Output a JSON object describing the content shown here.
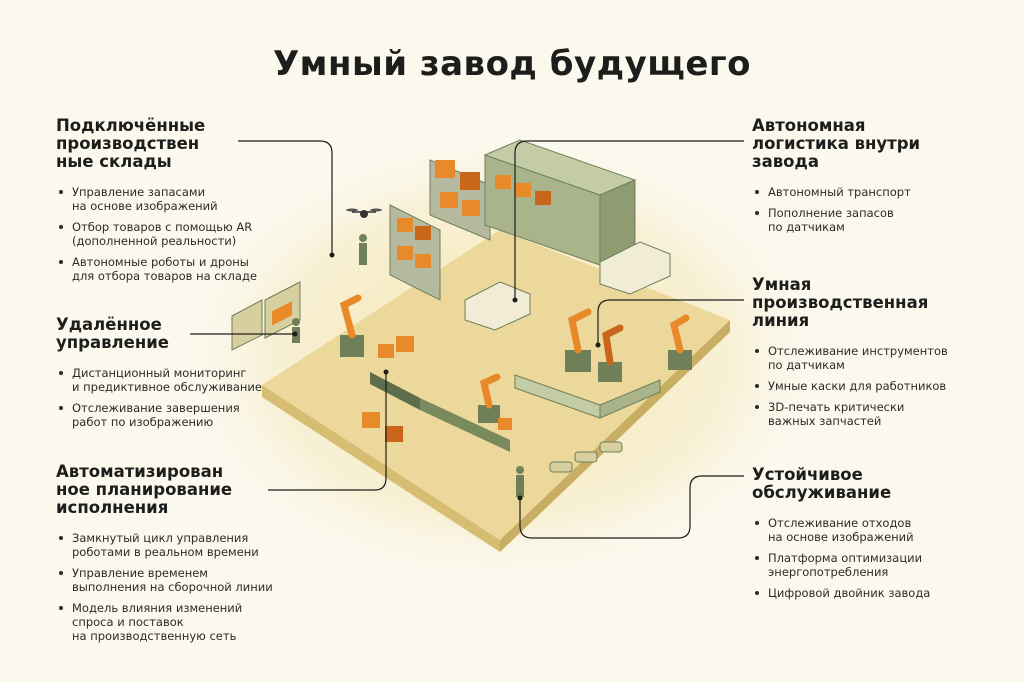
{
  "title": "Умный завод будущего",
  "sections": [
    {
      "heading": "Подключённые\nпроизводствен\nные склады",
      "items": [
        "Управление запасами\nна основе изображений",
        "Отбор товаров с помощью AR\n(дополненной реальности)",
        "Автономные роботы и дроны\nдля отбора товаров на складе"
      ]
    },
    {
      "heading": "Удалённое\nуправление",
      "items": [
        "Дистанционный мониторинг\nи предиктивное обслуживание",
        "Отслеживание завершения\nработ по изображению"
      ]
    },
    {
      "heading": "Автоматизирован\nное планирование\nисполнения",
      "items": [
        "Замкнутый цикл управления\nроботами в реальном времени",
        "Управление временем\nвыполнения на сборочной линии",
        "Модель влияния изменений\nспроса и поставок\nна производственную сеть"
      ]
    },
    {
      "heading": "Автономная\nлогистика внутри\nзавода",
      "items": [
        "Автономный транспорт",
        "Пополнение запасов\nпо датчикам"
      ]
    },
    {
      "heading": "Умная\nпроизводственная\nлиния",
      "items": [
        "Отслеживание инструментов\nпо датчикам",
        "Умные каски для работников",
        "3D-печать критически\nважных запчастей"
      ]
    },
    {
      "heading": "Устойчивое\nобслуживание",
      "items": [
        "Отслеживание отходов\nна основе изображений",
        "Платформа оптимизации\nэнергопотребления",
        "Цифровой двойник завода"
      ]
    }
  ],
  "colors": {
    "background": "#fbf8ee",
    "floor": "#ecd89a",
    "floor_side": "#d9c27a",
    "accent_orange": "#e8892a",
    "accent_dark_orange": "#c9661c",
    "machine_green": "#6f7f58",
    "machine_light": "#a9b48a",
    "line_color": "#1d1d1b"
  },
  "icons": {
    "drone": "drone-icon",
    "robot_arm": "robot-arm-icon",
    "truck": "truck-icon",
    "car": "car-icon",
    "worker": "worker-icon"
  }
}
